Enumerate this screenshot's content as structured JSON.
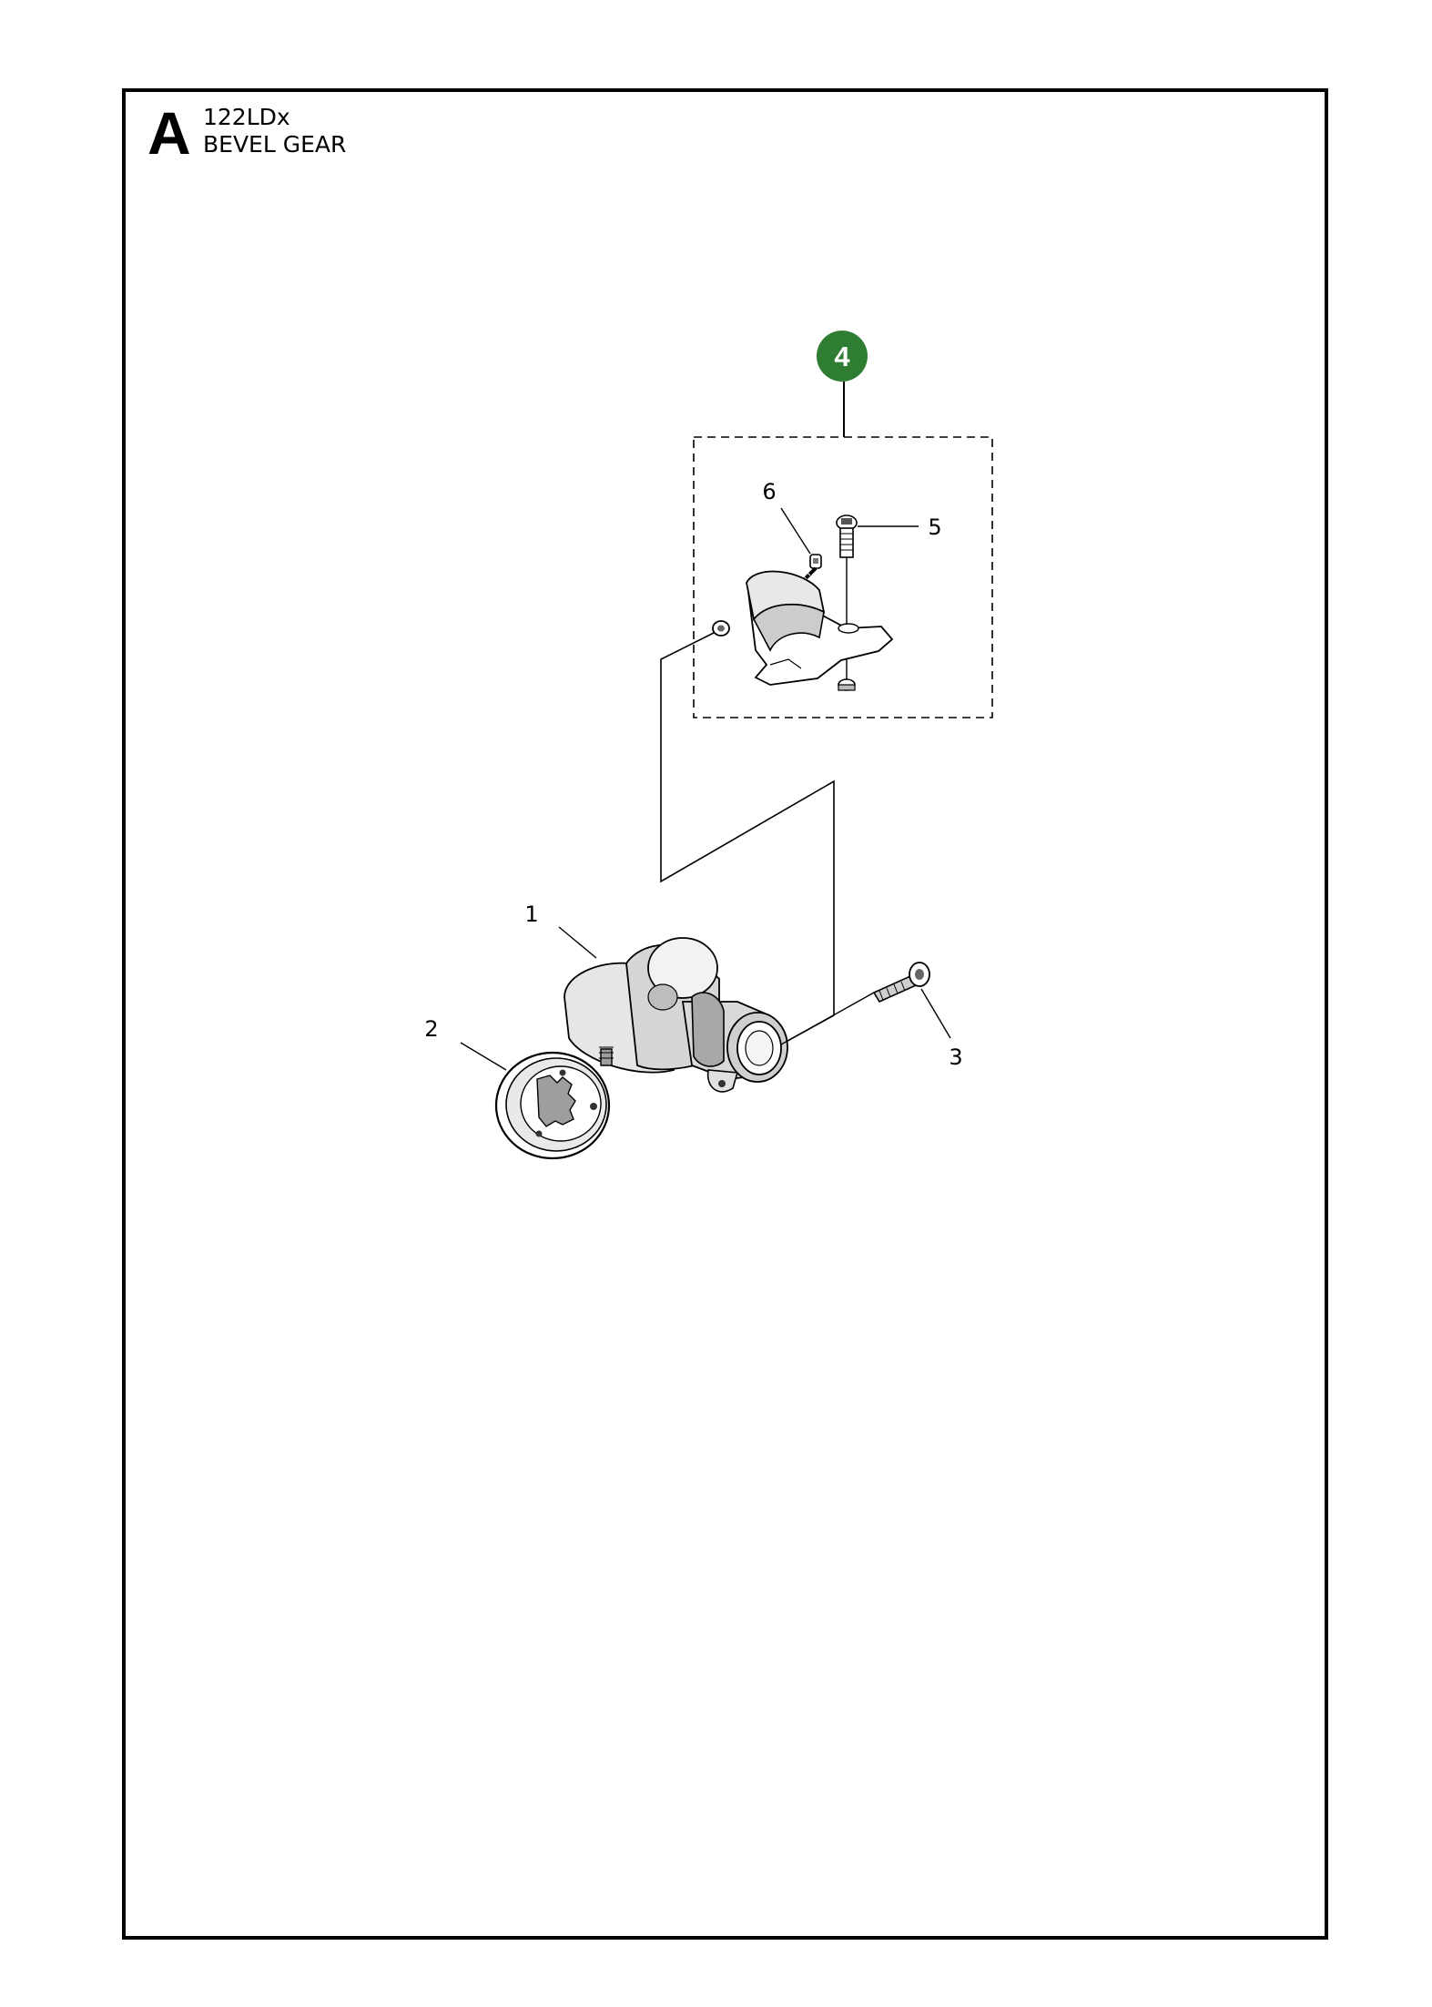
{
  "header": {
    "section_letter": "A",
    "model": "122LDx",
    "title": "BEVEL GEAR"
  },
  "group_callout": {
    "number": "4",
    "color": "#2e7d32"
  },
  "callouts": [
    {
      "id": "1",
      "label": "1"
    },
    {
      "id": "2",
      "label": "2"
    },
    {
      "id": "3",
      "label": "3"
    },
    {
      "id": "5",
      "label": "5"
    },
    {
      "id": "6",
      "label": "6"
    }
  ],
  "parts": [
    {
      "number": "1",
      "icon": "bevel-gear-housing-icon"
    },
    {
      "number": "2",
      "icon": "support-cup-icon"
    },
    {
      "number": "3",
      "icon": "clamp-screw-icon"
    },
    {
      "number": "4",
      "icon": "guard-bracket-kit-icon"
    },
    {
      "number": "5",
      "icon": "bracket-screw-icon"
    },
    {
      "number": "6",
      "icon": "small-screw-icon"
    }
  ]
}
